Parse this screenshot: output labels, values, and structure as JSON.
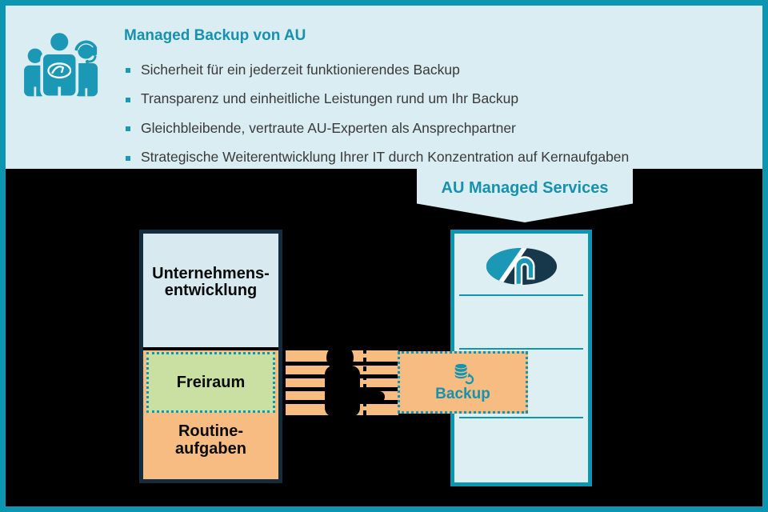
{
  "header": {
    "icon": "support-team-icon",
    "title": "Managed Backup von AU",
    "bullets": [
      "Sicherheit für ein jederzeit funktionierendes Backup",
      "Transparenz und einheitliche Leistungen rund um Ihr Backup",
      "Gleichbleibende, vertraute AU-Experten als Ansprechpartner",
      "Strategische Weiterentwicklung Ihrer IT durch Konzentration auf Kernaufgaben"
    ]
  },
  "banner": {
    "label": "AU Managed Services"
  },
  "diagram": {
    "company_box": {
      "development_line1": "Unternehmens-",
      "development_line2": "entwicklung",
      "freiraum_label": "Freiraum",
      "routine_line1": "Routine-",
      "routine_line2": "aufgaben"
    },
    "provider_box": {
      "logo": "au-logo"
    },
    "backup_box": {
      "label": "Backup",
      "icon": "database-sync-icon"
    },
    "transfer": {
      "bar_count": 5,
      "person": "handover-person-silhouette"
    }
  },
  "colors": {
    "accent_teal": "#0d96b2",
    "teal_text": "#1791ad",
    "panel_bg": "#d9edf2",
    "box_blue_bg": "#d8e9f0",
    "provider_bg": "#deeff4",
    "navy_border": "#132c3e",
    "logo_navy": "#16384a",
    "orange": "#f7bc81",
    "green": "#c9e0a2",
    "background": "#000000",
    "body_text": "#3a3a3a"
  }
}
